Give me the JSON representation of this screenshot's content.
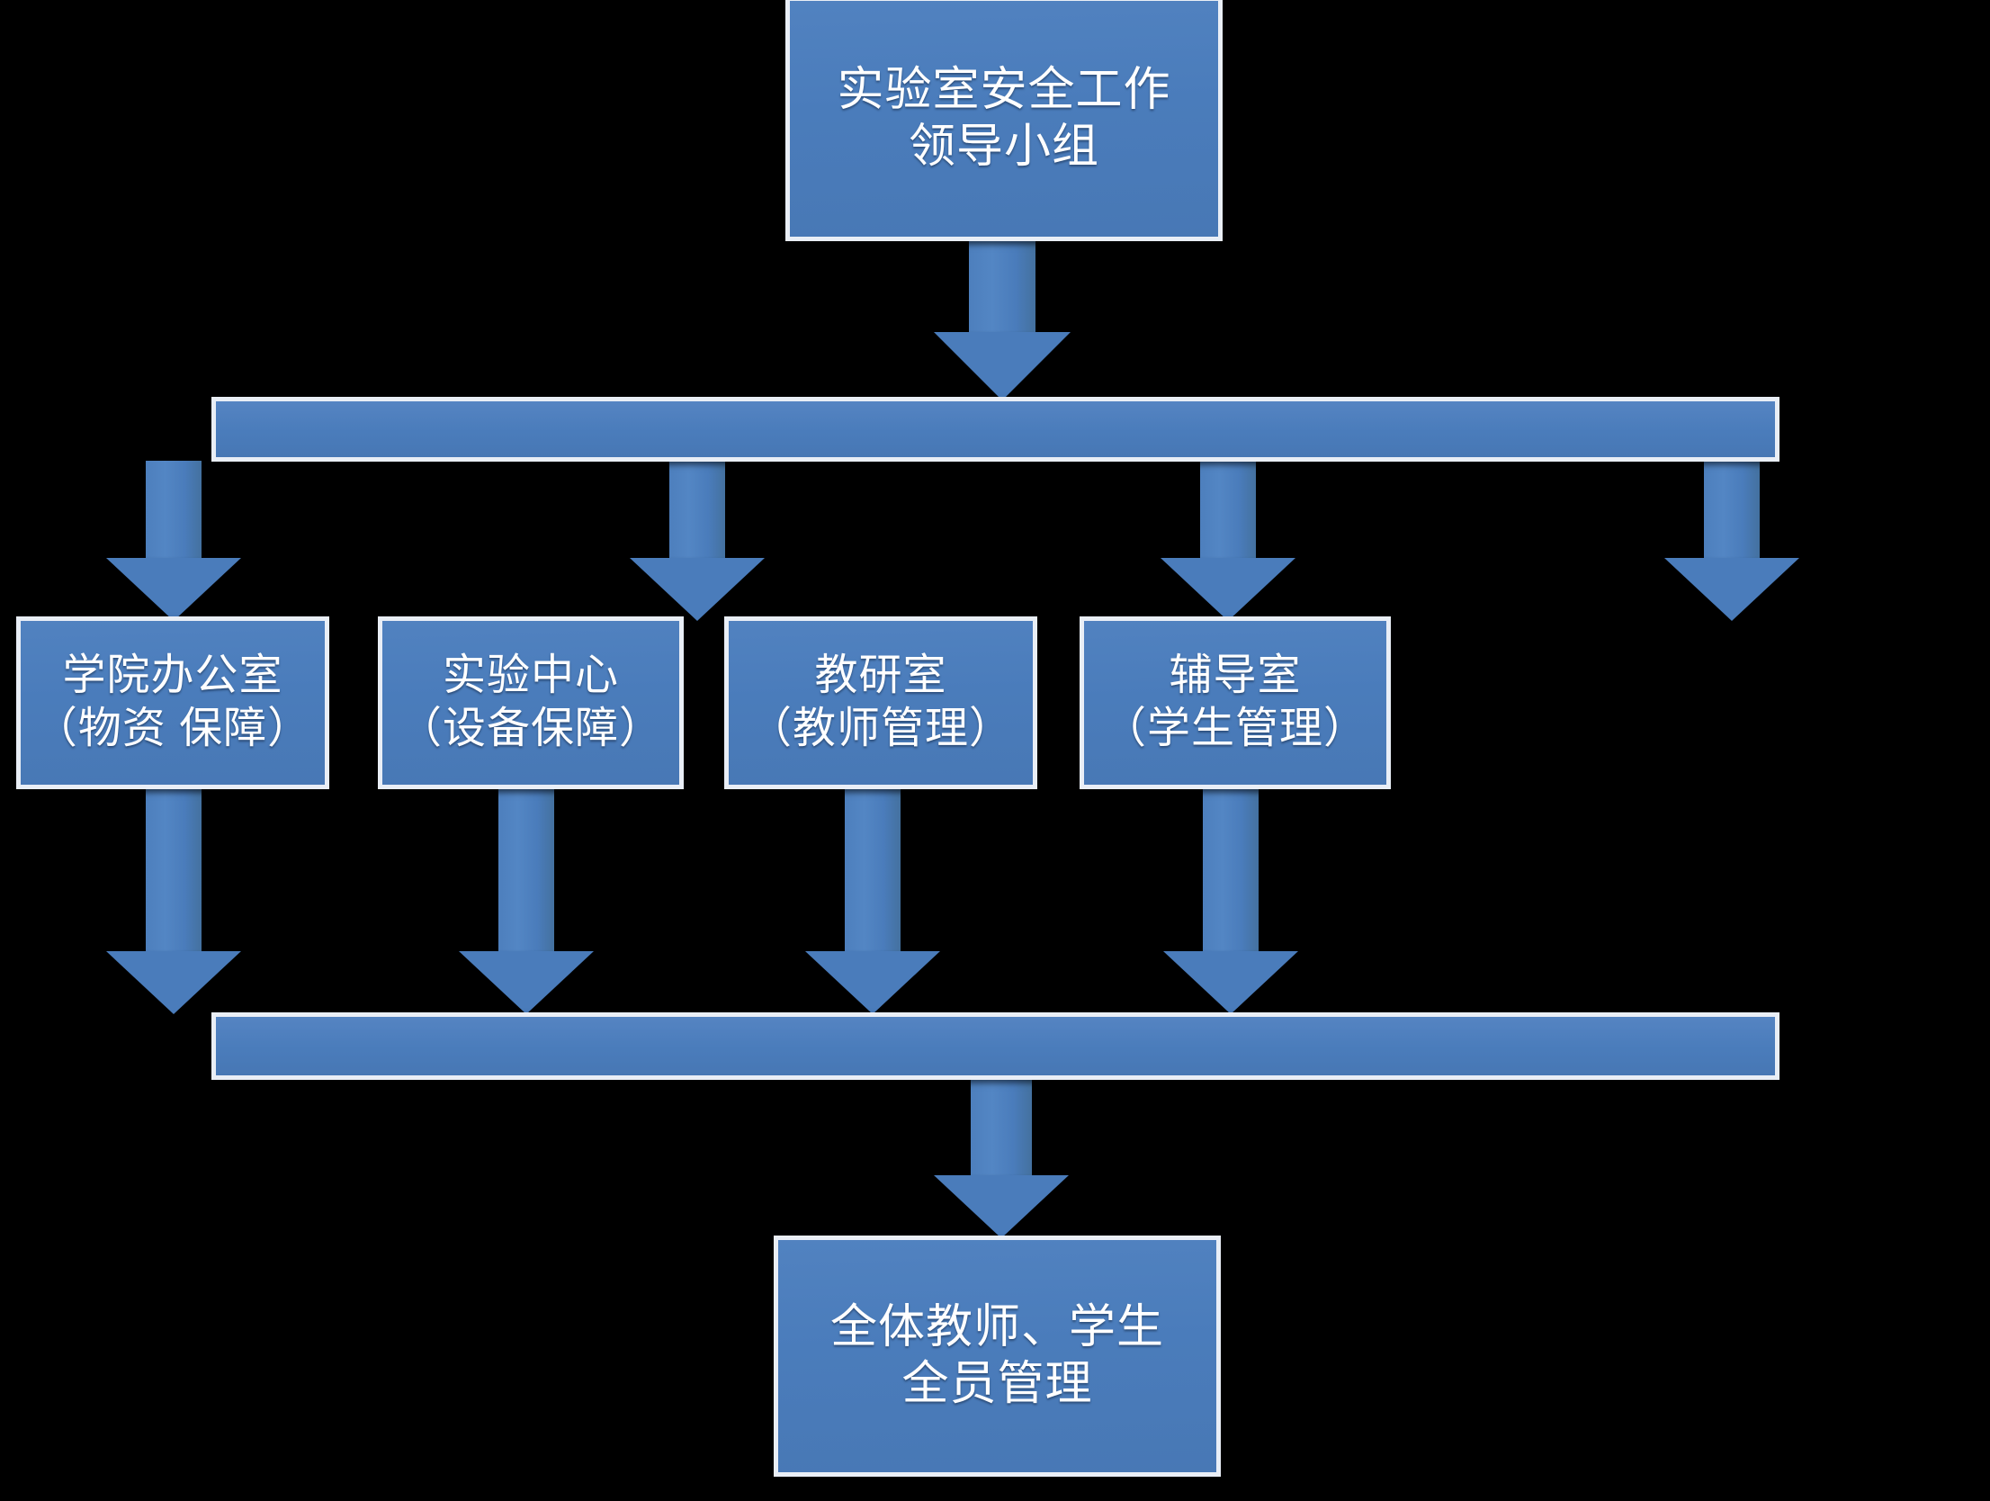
{
  "diagram": {
    "type": "organizational-flowchart",
    "background_color": "#000000",
    "node_fill_color": "#4a7cbb",
    "node_border_color": "#e9eef6",
    "text_color": "#ffffff",
    "arrow_color": "#4a7cbb",
    "top_node": {
      "label": "实验室安全工作\n领导小组",
      "line1": "实验室安全工作",
      "line2": "领导小组"
    },
    "level_bars": [
      {
        "name": "distribution-bar-upper"
      },
      {
        "name": "distribution-bar-lower"
      }
    ],
    "departments": [
      {
        "label": "学院办公室\n（物资 保障）",
        "line1": "学院办公室",
        "line2": "（物资 保障）"
      },
      {
        "label": "实验中心\n（设备保障）",
        "line1": "实验中心",
        "line2": "（设备保障）"
      },
      {
        "label": "教研室\n（教师管理）",
        "line1": "教研室",
        "line2": "（教师管理）"
      },
      {
        "label": "辅导室\n（学生管理）",
        "line1": "辅导室",
        "line2": "（学生管理）"
      }
    ],
    "bottom_node": {
      "label": "全体教师、学生\n全员管理",
      "line1": "全体教师、学生",
      "line2": "全员管理"
    },
    "connectors": [
      {
        "name": "arrow-top-to-bar",
        "direction": "down"
      },
      {
        "name": "arrow-bar-to-office",
        "direction": "down"
      },
      {
        "name": "arrow-bar-to-lab-center",
        "direction": "down"
      },
      {
        "name": "arrow-bar-to-teaching-office",
        "direction": "down"
      },
      {
        "name": "arrow-bar-to-counseling-office",
        "direction": "down"
      },
      {
        "name": "arrow-office-to-bar",
        "direction": "down"
      },
      {
        "name": "arrow-lab-center-to-bar",
        "direction": "down"
      },
      {
        "name": "arrow-teaching-office-to-bar",
        "direction": "down"
      },
      {
        "name": "arrow-counseling-office-to-bar",
        "direction": "down"
      },
      {
        "name": "arrow-bar-to-bottom",
        "direction": "down"
      }
    ]
  }
}
